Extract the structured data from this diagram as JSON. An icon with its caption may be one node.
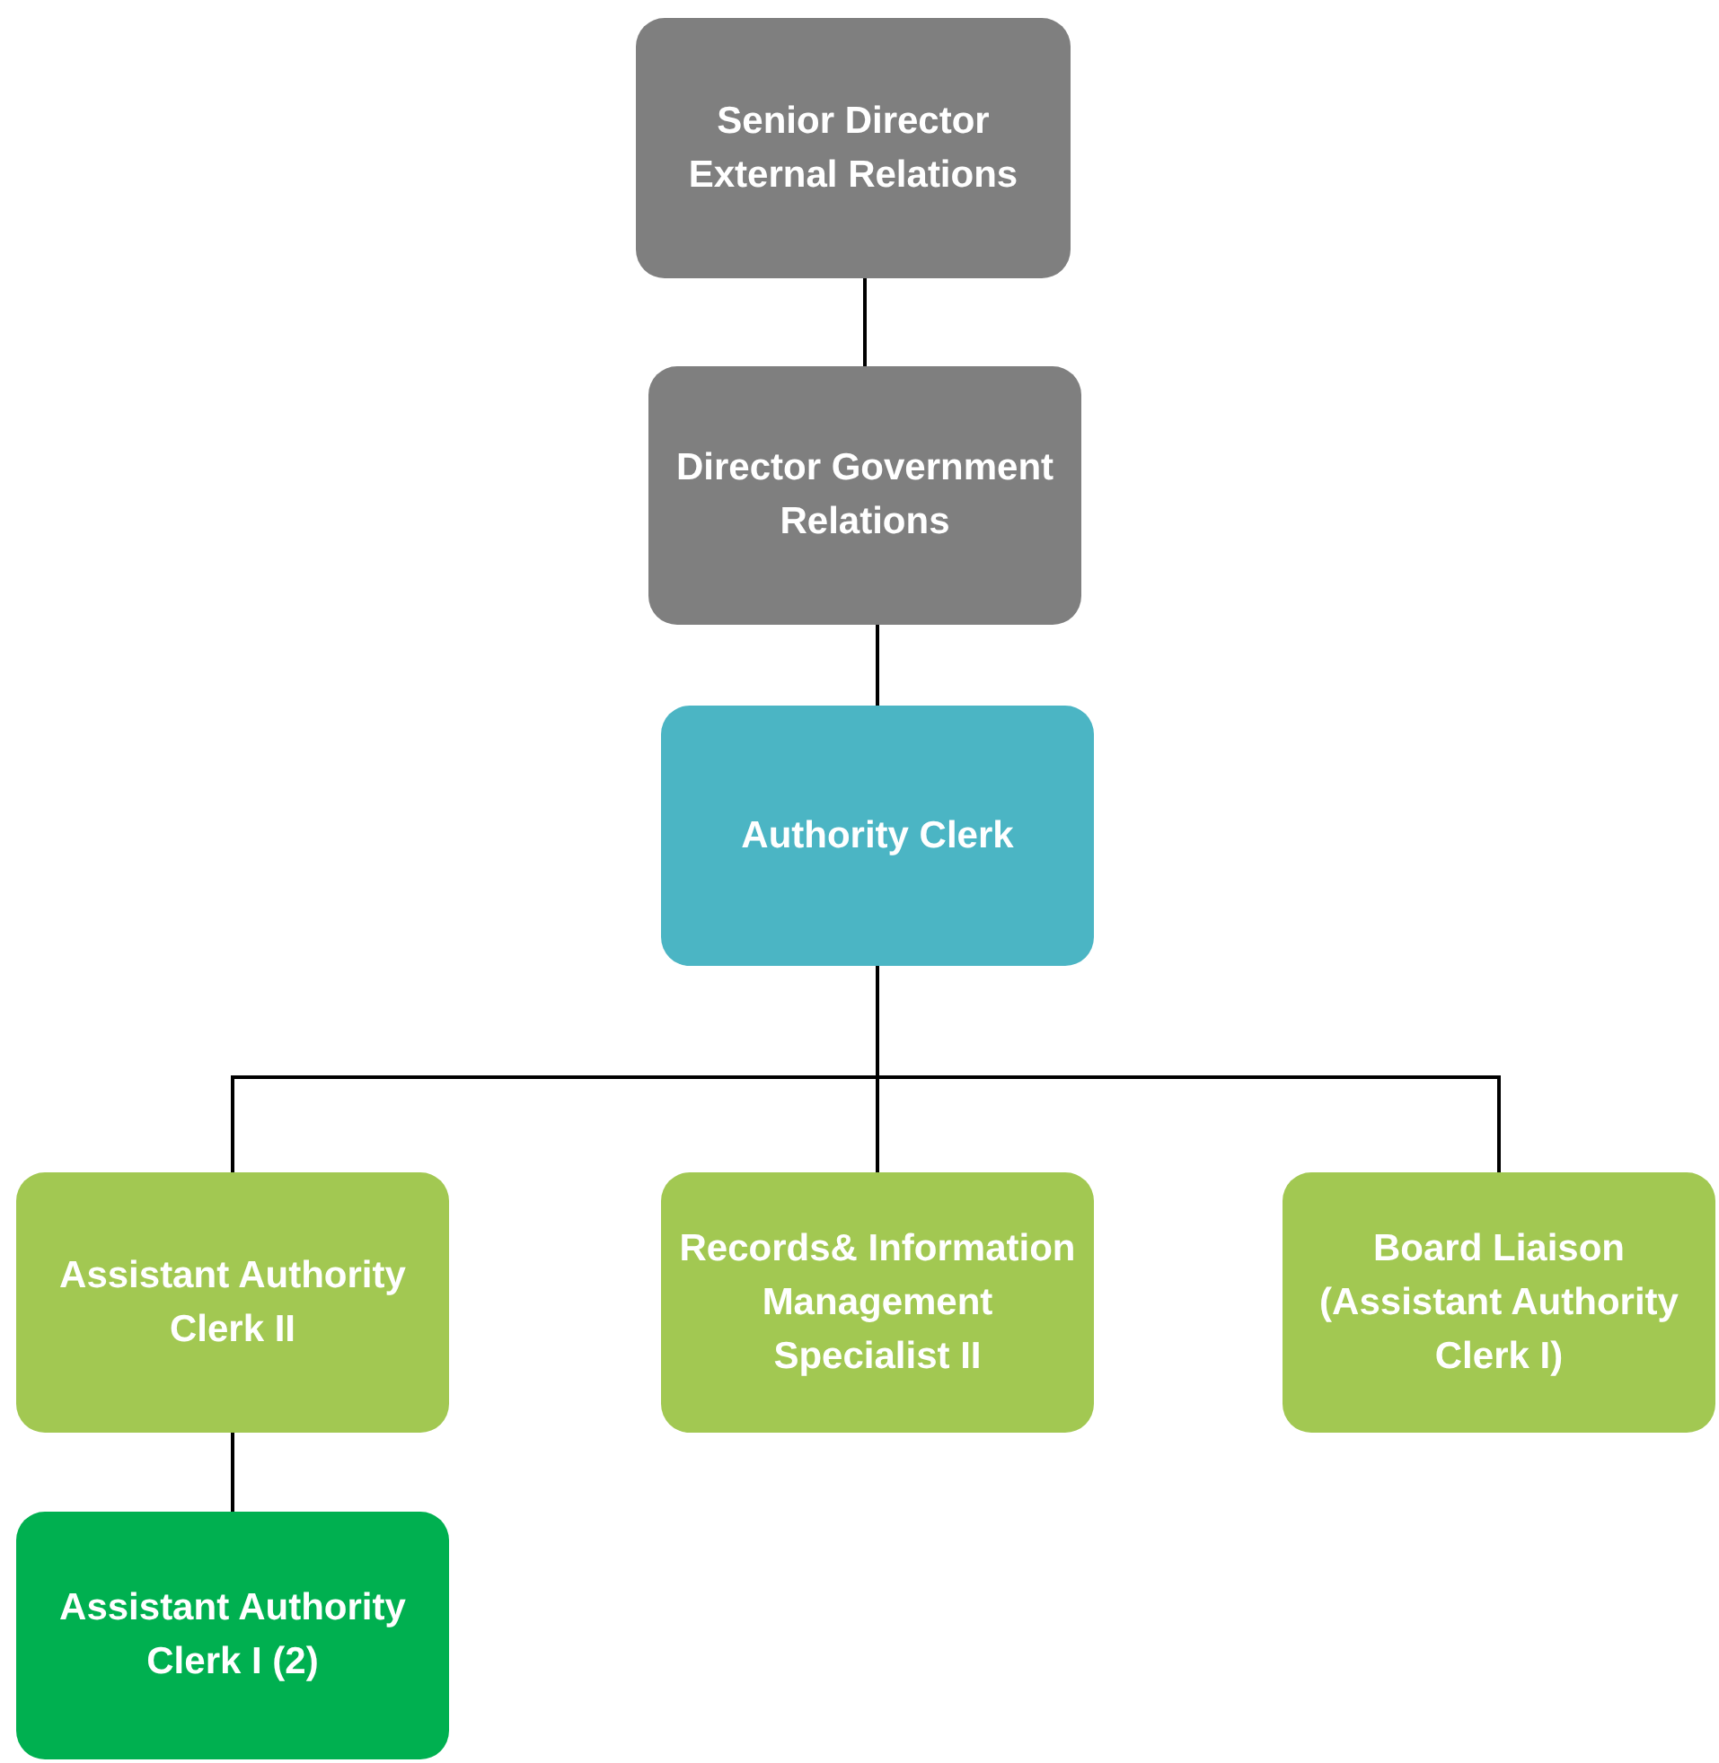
{
  "diagram": {
    "nodes": [
      {
        "text": [
          "Senior Director External Relations"
        ]
      },
      {
        "text": [
          "Director Government Relations"
        ]
      },
      {
        "text": [
          "Authority Clerk"
        ]
      },
      {
        "text": [
          "Assistant Authority Clerk II"
        ]
      },
      {
        "text": [
          "Records& Information Management Specialist II"
        ]
      },
      {
        "text": [
          "Board Liaison (Assistant Authority Clerk I)"
        ]
      },
      {
        "text": [
          "Assistant Authority Clerk I (2)"
        ]
      }
    ],
    "edges": [
      {
        "from": 0,
        "to": 1,
        "arrow": "none"
      },
      {
        "from": 1,
        "to": 2,
        "arrow": "none"
      },
      {
        "from": 2,
        "to": 3,
        "arrow": "none"
      },
      {
        "from": 2,
        "to": 4,
        "arrow": "none"
      },
      {
        "from": 2,
        "to": 5,
        "arrow": "none"
      },
      {
        "from": 3,
        "to": 6,
        "arrow": "none"
      }
    ]
  }
}
